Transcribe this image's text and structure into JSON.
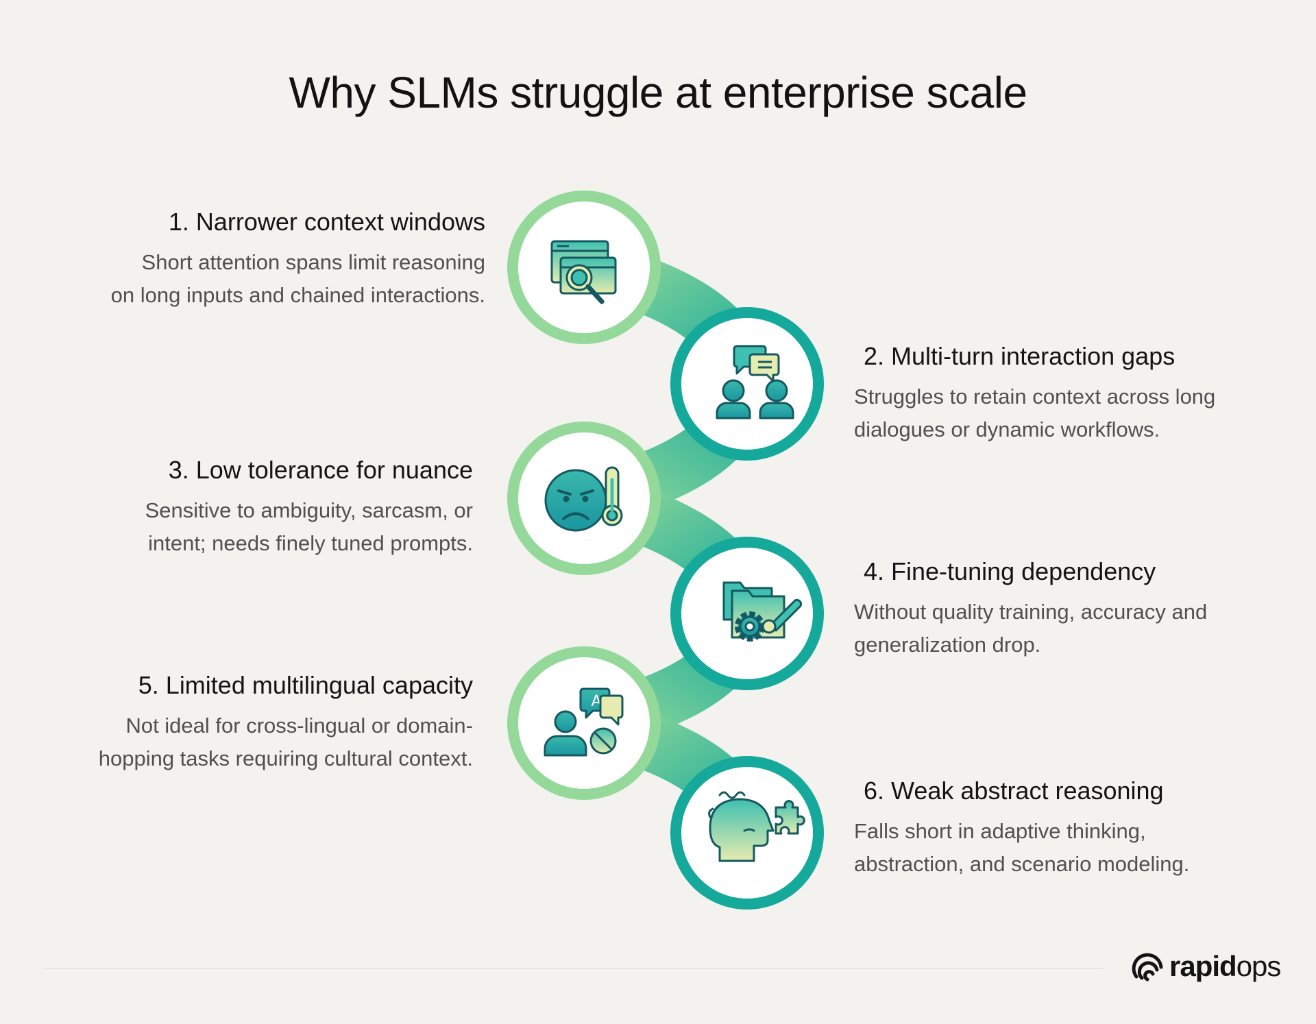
{
  "title": "Why SLMs struggle at enterprise scale",
  "items": [
    {
      "heading": "1. Narrower context windows",
      "line1": "Short attention spans limit reasoning",
      "line2": "on long inputs and chained interactions.",
      "icon": "window-search-icon"
    },
    {
      "heading": "2. Multi-turn interaction gaps",
      "line1": "Struggles to retain context across long",
      "line2": "dialogues or dynamic workflows.",
      "icon": "chat-people-icon"
    },
    {
      "heading": "3. Low tolerance for nuance",
      "line1": "Sensitive to ambiguity, sarcasm, or",
      "line2": "intent; needs finely tuned prompts.",
      "icon": "frown-thermometer-icon"
    },
    {
      "heading": "4. Fine-tuning dependency",
      "line1": "Without quality training, accuracy and",
      "line2": "generalization drop.",
      "icon": "folder-gear-icon"
    },
    {
      "heading": "5. Limited multilingual capacity",
      "line1": "Not ideal for cross-lingual or domain-",
      "line2": "hopping tasks requiring cultural context.",
      "icon": "person-translate-icon"
    },
    {
      "heading": "6. Weak abstract reasoning",
      "line1": "Falls short in adaptive thinking,",
      "line2": "abstraction, and scenario modeling.",
      "icon": "head-puzzle-icon"
    }
  ],
  "logo": {
    "bold": "rapid",
    "light": "ops"
  },
  "colors": {
    "light_green": "#94d99a",
    "teal": "#14a99b",
    "icon_stroke": "#14595f",
    "background": "#f3f2ef"
  }
}
